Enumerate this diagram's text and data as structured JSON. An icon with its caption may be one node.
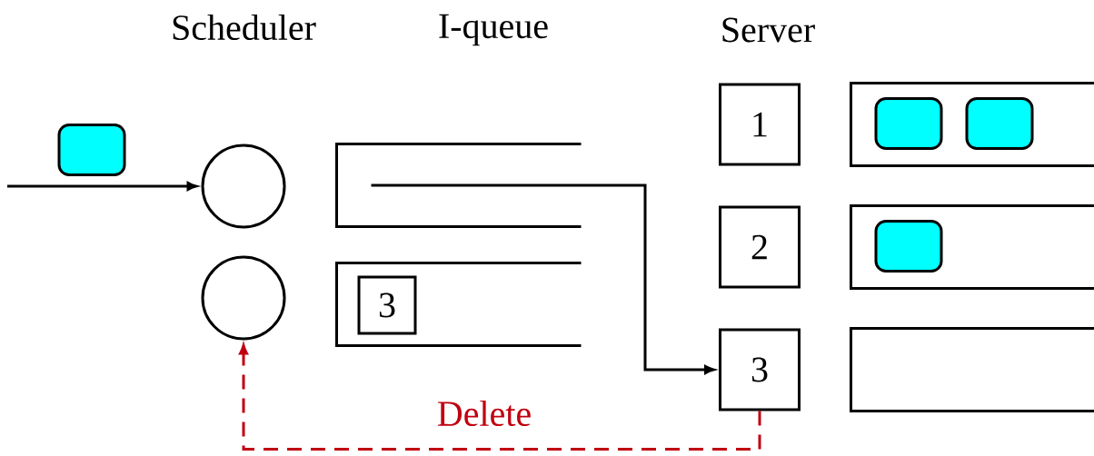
{
  "diagram": {
    "nodes": [
      {
        "text": [],
        "shape": "box"
      },
      {
        "text": [],
        "shape": "circle"
      },
      {
        "text": [],
        "shape": "circle"
      },
      {
        "text": [],
        "shape": "queue"
      },
      {
        "text": [],
        "shape": "queue"
      },
      {
        "text": [
          "3"
        ],
        "in": 4
      },
      {
        "text": [
          "1"
        ]
      },
      {
        "text": [
          "2"
        ]
      },
      {
        "text": [
          "3"
        ]
      },
      {
        "text": [],
        "shape": "bar"
      },
      {
        "text": [],
        "shape": "bar"
      },
      {
        "text": [],
        "shape": "bar"
      },
      {
        "text": [],
        "shape": "box",
        "in": 9
      },
      {
        "text": [],
        "shape": "box",
        "in": 9
      },
      {
        "text": [],
        "shape": "box",
        "in": 10
      }
    ],
    "edges": [
      {
        "from": null,
        "to": 1,
        "arrow": "to"
      },
      {
        "from": 3,
        "to": 8,
        "arrow": "to"
      },
      {
        "from": 8,
        "to": 2,
        "arrow": "to",
        "label": "Delete",
        "style": "dashed",
        "color": "#c00010"
      }
    ],
    "labels": [
      "Scheduler",
      "I-queue",
      "Server"
    ]
  }
}
